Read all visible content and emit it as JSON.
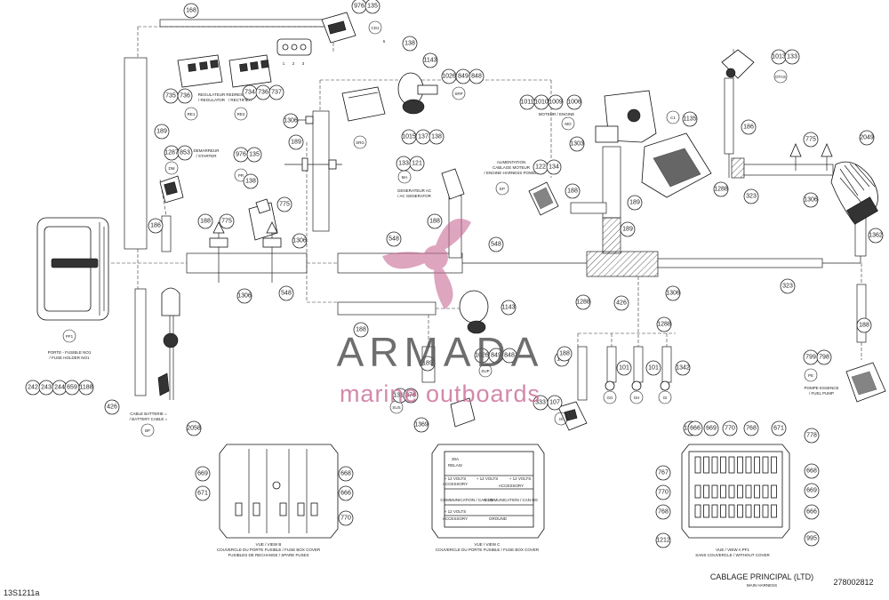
{
  "document_code": "278002812",
  "figure_id": "13S1211a",
  "title": "CABLAGE PRINCIPAL (LTD)",
  "subtitle": "MAIN HARNESS",
  "watermark": {
    "brand": "ARMADA",
    "tagline": "marine outboards"
  },
  "callouts": {
    "c168a": "168",
    "c976a": "976",
    "c135a": "135",
    "c138a": "138",
    "c1143a": "1143",
    "c1026a": "1026",
    "c849a": "849",
    "c848a": "848",
    "c1013": "1013",
    "c133a": "133",
    "c735": "735",
    "c736a": "736",
    "c734": "734",
    "c736b": "736",
    "c737": "737",
    "c1306a": "1306",
    "c189a": "189",
    "c189b": "189",
    "c1015": "1015",
    "c137": "137",
    "c138b": "138",
    "c1011": "1011",
    "c1010": "1010",
    "c1009": "1009",
    "c1006": "1006",
    "c1135": "1135",
    "c1287": "1287",
    "c853": "853",
    "c976b": "976",
    "c135b": "135",
    "c138c": "138",
    "c133b": "133",
    "c121": "121",
    "c122": "122",
    "c134": "134",
    "c1303": "1303",
    "c186a": "186",
    "c775a": "775",
    "c2049": "2049",
    "c189c": "189",
    "c188a": "188",
    "c1288a": "1288",
    "c323a": "323",
    "c1306b": "1306",
    "c186b": "186",
    "c188b": "188",
    "c775b": "775",
    "c775c": "775",
    "c548a": "548",
    "c188c": "188",
    "c548b": "548",
    "c189d": "189",
    "c1362": "1362",
    "c1306c": "1306",
    "c1306d": "1306",
    "c548c": "548",
    "c1288b": "1288",
    "c323b": "323",
    "c426a": "426",
    "c1306e": "1306",
    "c1288c": "1288",
    "c1143b": "1143",
    "c188d": "188",
    "c189e": "189",
    "c188e": "188",
    "c188f": "188",
    "c1026b": "1026",
    "c849b": "849",
    "c848b": "848",
    "c101a": "101",
    "c101b": "101",
    "c1342": "1342",
    "c799": "799",
    "c798": "798",
    "c188g": "188",
    "c242": "242",
    "c243": "243",
    "c244": "244",
    "c659": "659",
    "c1188": "1188",
    "c426b": "426",
    "c2058": "2058",
    "c1313": "1313",
    "c376": "376",
    "c333": "333",
    "c107": "107",
    "c1369": "1369",
    "c1368": "1368",
    "c666a": "666",
    "c669a": "669",
    "c770a": "770",
    "c768a": "768",
    "c671a": "671",
    "c778": "778",
    "c767": "767",
    "c668a": "668",
    "c770b": "770",
    "c669b": "669",
    "c768b": "768",
    "c666b": "666",
    "c1212": "1212",
    "c995": "995",
    "c669c": "669",
    "c671b": "671",
    "c668b": "668",
    "c666c": "666",
    "c770c": "770"
  },
  "codes": {
    "cd1": "CD1",
    "re1": "RE1",
    "re2": "RE2",
    "srp": "SRP",
    "otas": "OTAS",
    "dm": "DM",
    "pr": "PR",
    "srg": "SRG",
    "ma": "MA",
    "ep": "EP",
    "mo": "MO",
    "c1": "C1",
    "pf1": "PF1",
    "bp": "BP",
    "sus": "SUS",
    "sup": "SUP",
    "is": "IS",
    "pe": "PE",
    "gg": "GG",
    "gh": "GH",
    "gi": "GI"
  },
  "labels": {
    "regulator": [
      "REGULATEUR",
      "/ REGULATOR"
    ],
    "rectifier": [
      "REDRESSEUR",
      "/ RECTIFIER"
    ],
    "starter": [
      "DEMARREUR",
      "/ STARTER"
    ],
    "engine": "MOTEUR / ENGINE",
    "generator": [
      "GENERATEUR AC",
      "/ AC GENERATOR"
    ],
    "power": [
      "ALIMENTATION",
      "CABLAGE MOTEUR",
      "/ ENGINE HARNESS POWER"
    ],
    "fuse_holder": [
      "PORTE - FUSIBLE NO1",
      "/ FUSE HOLDER NO1"
    ],
    "battery_cable": [
      "CABLE BATTERIE =",
      "/ BATTERY CABLE ="
    ],
    "fuel_pump": [
      "POMPE ESSENCE",
      "/ FUEL PUMP"
    ],
    "view_b": [
      "VUE / VIEW B",
      "COUVERCLE DU PORTE FUSIBLE / FUSE BOX COVER",
      "FUSIBLES DE RECHANGE / SPARE FUSES"
    ],
    "view_c": [
      "VUE / VIEW C",
      "COUVERCLE DU PORTE FUSIBLE / FUSE BOX COVER"
    ],
    "view_a": [
      "VUE / VIEW A     PF1",
      "SANS COUVERCLE / WITHOUT COVER"
    ],
    "pin_numbers": [
      "1",
      "2",
      "3"
    ],
    "cover_c": [
      "30A",
      "RELAIS",
      "+ 12 VOLTS",
      "ACCESSORY",
      "+ 12 VOLTS",
      "+ 12 VOLTS",
      "ACCESSORY",
      "COMMUNICATION / CAN LG",
      "COMMUNICATION / CAN HG",
      "+ 12 VOLTS",
      "ACCESSORY",
      "GROUND"
    ],
    "cd1_note": "6"
  },
  "colors": {
    "line": "#222222",
    "watermark_pink": "#c96b96",
    "watermark_gray": "#555555"
  }
}
